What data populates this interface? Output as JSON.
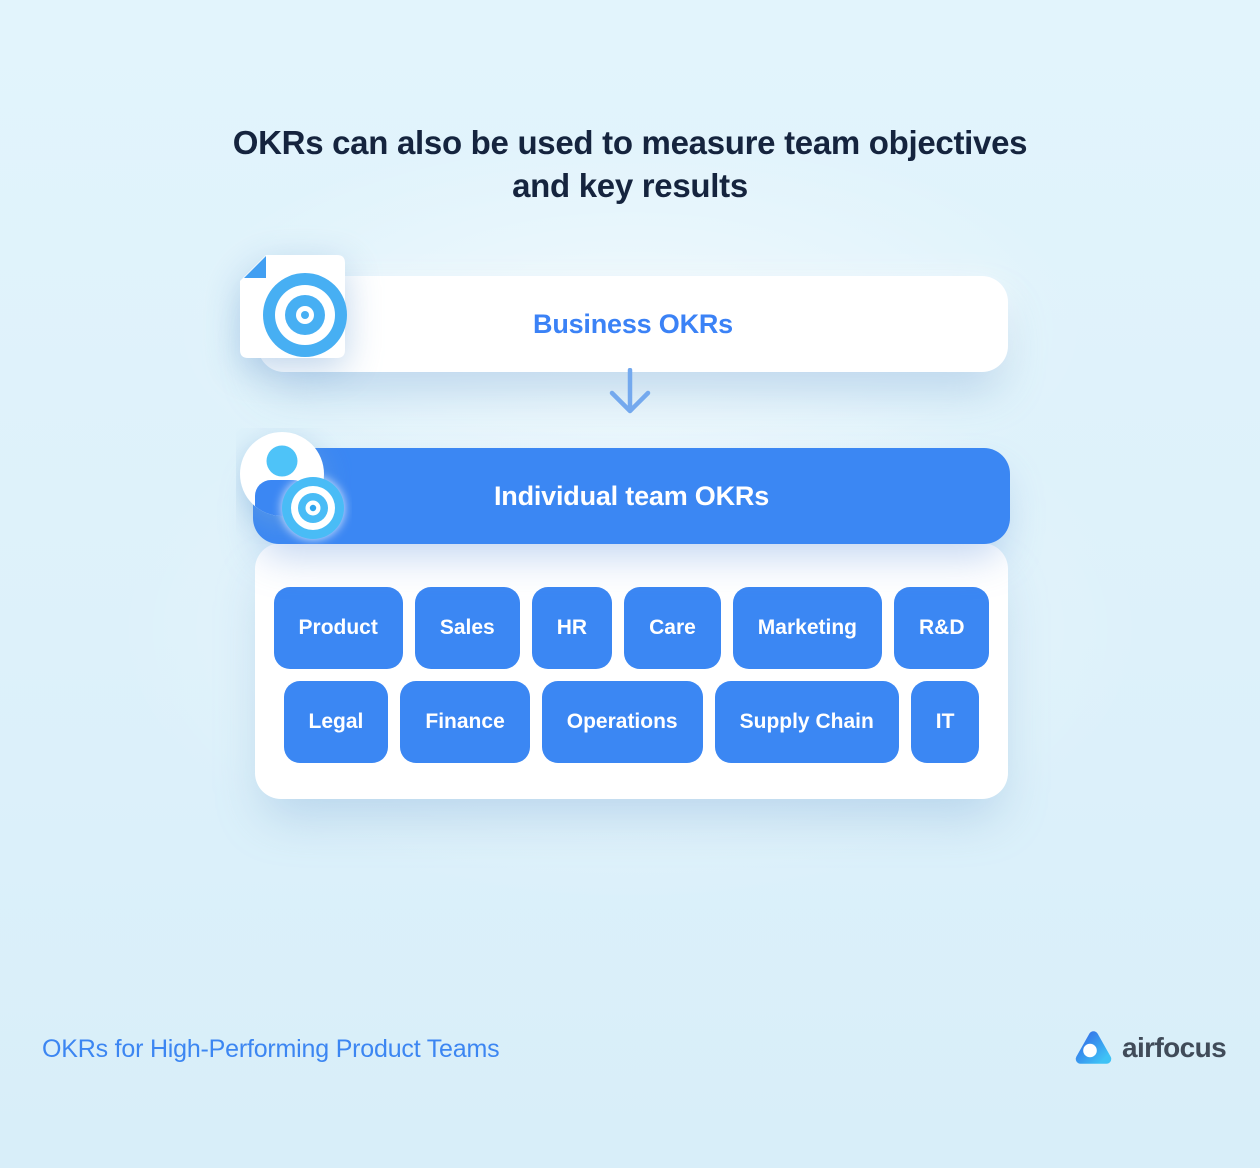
{
  "title": {
    "line1": "OKRs can also be used to measure team objectives",
    "line2": "and key results"
  },
  "business_card": {
    "label": "Business OKRs"
  },
  "team_card": {
    "label": "Individual team OKRs"
  },
  "teams": {
    "row1": [
      "Product",
      "Sales",
      "HR",
      "Care",
      "Marketing",
      "R&D"
    ],
    "row2": [
      "Legal",
      "Finance",
      "Operations",
      "Supply Chain",
      "IT"
    ]
  },
  "footer": {
    "caption": "OKRs for High-Performing Product Teams",
    "brand": "airfocus"
  },
  "icons": {
    "business": "target-document-icon",
    "team": "person-target-icon",
    "connector": "down-arrow-icon",
    "brand": "airfocus-logo-icon"
  },
  "colors": {
    "background": "#DEF2FB",
    "title_text": "#15243E",
    "accent_blue": "#3B87F3",
    "light_blue": "#49B5F4",
    "business_label_blue": "#3B82F6",
    "caption_blue": "#3C86F2",
    "brand_text": "#404B59",
    "card_white": "#FFFFFF"
  }
}
